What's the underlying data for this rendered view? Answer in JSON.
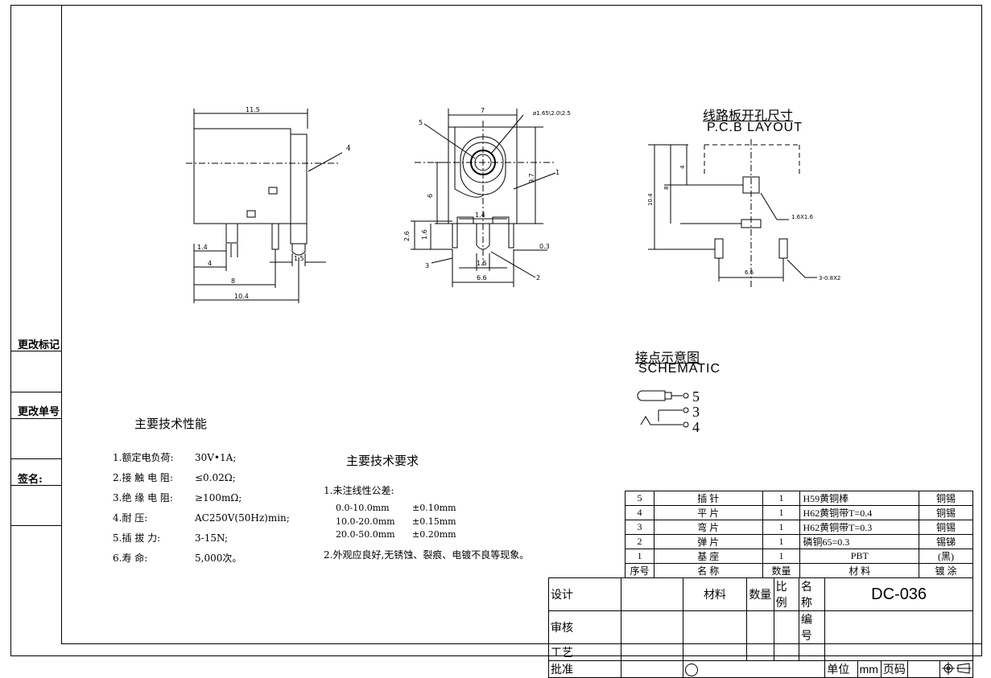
{
  "side": {
    "change_mark": "更改标记",
    "change_no": "更改单号",
    "signature": "签名:"
  },
  "pcb": {
    "title_cn": "线路板开孔尺寸",
    "title_en": "P.C.B LAYOUT",
    "dims": {
      "d104": "10.4",
      "d8": "8",
      "d4": "4",
      "d66": "6.6",
      "pad1": "1.6X1.6",
      "pad2": "3-0.8X2"
    }
  },
  "schematic": {
    "title_cn": "接点示意图",
    "title_en": "SCHEMATIC",
    "pins": [
      "5",
      "3",
      "4"
    ]
  },
  "side_view": {
    "dims": {
      "w115": "11.5",
      "d4": "4",
      "d14": "1.4",
      "d8": "8",
      "d104": "10.4",
      "d15": "1.5"
    },
    "callout": "4"
  },
  "front_view": {
    "dims": {
      "w7": "7",
      "dia": "ø1.65\\2.0\\2.5",
      "h97": "9.7",
      "h6": "6",
      "d26": "2.6",
      "d16": "1.6",
      "d14": "1.4",
      "d15": "1.5",
      "d66": "6.6",
      "d03": "0.3"
    },
    "callouts": [
      "5",
      "1",
      "3",
      "2"
    ]
  },
  "specs": {
    "title": "主要技术性能",
    "items": [
      {
        "label": "1.额定电负荷:",
        "value": "30V•1A;"
      },
      {
        "label": "2.接 触 电 阻:",
        "value": "≤0.02Ω;"
      },
      {
        "label": "3.绝 缘 电 阻:",
        "value": "≥100mΩ;"
      },
      {
        "label": "4.耐         压:",
        "value": "AC250V(50Hz)min;"
      },
      {
        "label": "5.插   拔    力:",
        "value": "3-15N;"
      },
      {
        "label": "6.寿         命:",
        "value": "5,000次。"
      }
    ]
  },
  "requirements": {
    "title": "主要技术要求",
    "line1": "1.未注线性公差:",
    "tolerances": [
      {
        "range": "0.0-10.0mm",
        "tol": "±0.10mm"
      },
      {
        "range": "10.0-20.0mm",
        "tol": "±0.15mm"
      },
      {
        "range": "20.0-50.0mm",
        "tol": "±0.20mm"
      }
    ],
    "line2": "2.外观应良好,无锈蚀、裂痕、电镀不良等现象。"
  },
  "bom": {
    "rows": [
      {
        "no": "5",
        "name": "插    针",
        "qty": "1",
        "material": "H59黄铜棒",
        "plating": "铜锡"
      },
      {
        "no": "4",
        "name": "平    片",
        "qty": "1",
        "material": "H62黄铜带T=0.4",
        "plating": "铜锡"
      },
      {
        "no": "3",
        "name": "弯    片",
        "qty": "1",
        "material": "H62黄铜带T=0.3",
        "plating": "铜锡"
      },
      {
        "no": "2",
        "name": "弹    片",
        "qty": "1",
        "material": "磷铜65=0.3",
        "plating": "锡锑"
      },
      {
        "no": "1",
        "name": "基    座",
        "qty": "1",
        "material": "PBT",
        "plating": "(黑)"
      }
    ],
    "header": {
      "no": "序号",
      "name": "名    称",
      "qty": "数量",
      "material": "材        料",
      "plating": "镀 涂"
    }
  },
  "title_block": {
    "design": "设计",
    "review": "审核",
    "process": "工艺",
    "approve": "批准",
    "material": "材料",
    "quantity": "数量",
    "scale": "比例",
    "name_label": "名称",
    "name_value": "DC-036",
    "code_label": "编号",
    "unit_label": "单位",
    "unit_value": "mm",
    "page_label": "页码"
  }
}
